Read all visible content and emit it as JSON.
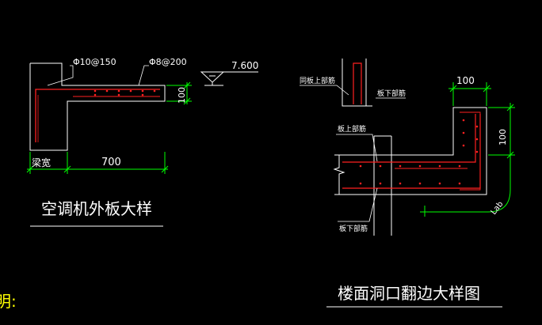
{
  "left_detail": {
    "title": "空调机外板大样",
    "rebar_label_1": "Φ10@150",
    "rebar_label_2": "Φ8@200",
    "elevation": "7.600",
    "dim_thickness": "100",
    "dim_beam": "梁宽",
    "dim_length": "700"
  },
  "right_detail": {
    "title": "楼面洞口翻边大样图",
    "label_top_left": "同板上部筋",
    "label_top_right": "板下部筋",
    "label_slab_top": "板上部筋",
    "label_slab_bottom": "板下部筋",
    "dim_width": "100",
    "dim_height": "100",
    "dim_anchor": "Lab"
  },
  "edge_text": "明:",
  "colors": {
    "background": "#000000",
    "line": "#ffffff",
    "rebar": "#ff2020",
    "dimension": "#00ff00",
    "text": "#ffffff",
    "edge_text": "#ffff00"
  }
}
